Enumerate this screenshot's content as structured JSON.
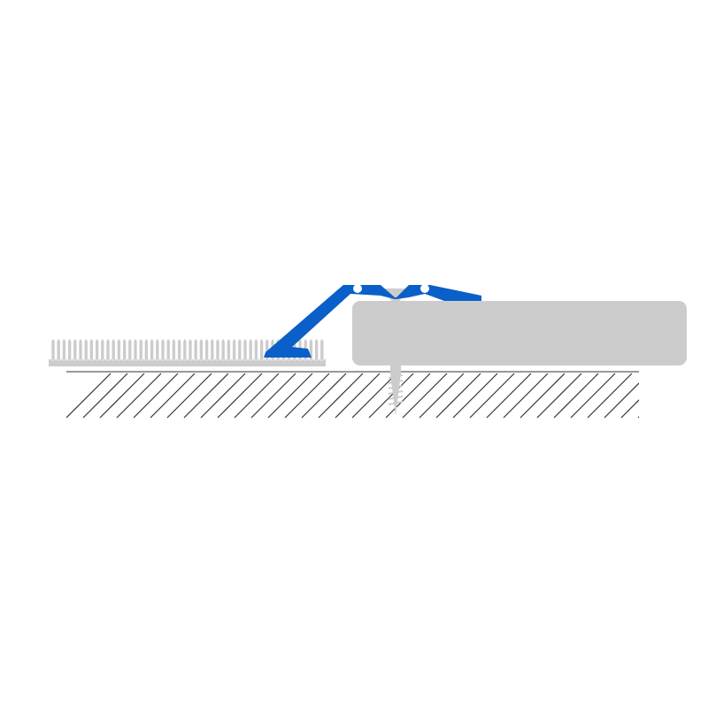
{
  "diagram": {
    "kind": "floor transition profile cross-section",
    "colors": {
      "background": "#ffffff",
      "profile": "#0a5fc8",
      "carpet": "#cccccc",
      "hard_floor": "#cccccc",
      "screw": "#cccccc",
      "subfloor_hatch": "#333333",
      "subfloor_line": "#999999"
    },
    "components": [
      {
        "id": "carpet",
        "icon": "carpet-pile"
      },
      {
        "id": "transition-profile",
        "icon": "ramp-profile"
      },
      {
        "id": "hard-floor-panel",
        "icon": "rounded-panel"
      },
      {
        "id": "fixing-screw",
        "icon": "screw"
      },
      {
        "id": "subfloor",
        "icon": "hatched-ground"
      }
    ]
  }
}
